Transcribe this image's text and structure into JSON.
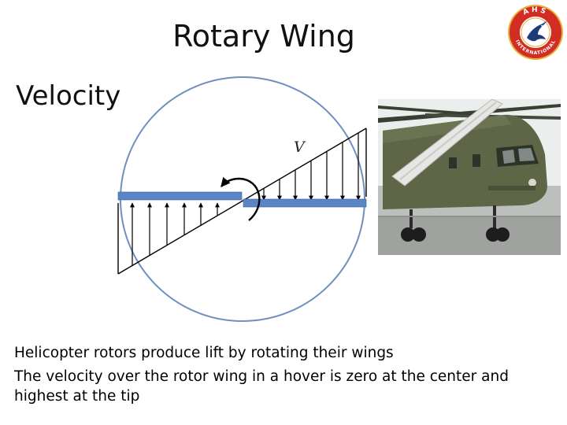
{
  "slide": {
    "title": "Rotary Wing",
    "subtitle": "Velocity",
    "diagram": {
      "velocity_label": "V"
    },
    "logo": {
      "text_top": "AHS",
      "text_bottom": "INTERNATIONAL"
    },
    "bullets": [
      "Helicopter rotors produce lift by rotating their wings",
      "The velocity over the rotor wing in a hover is zero at the center and highest at the tip"
    ],
    "colors": {
      "circle": "#6f8fbf",
      "blade": "#5b86c6",
      "logo_red": "#d22d23",
      "logo_gold": "#e8b03a",
      "helicopter_body": "#5f6647"
    }
  }
}
